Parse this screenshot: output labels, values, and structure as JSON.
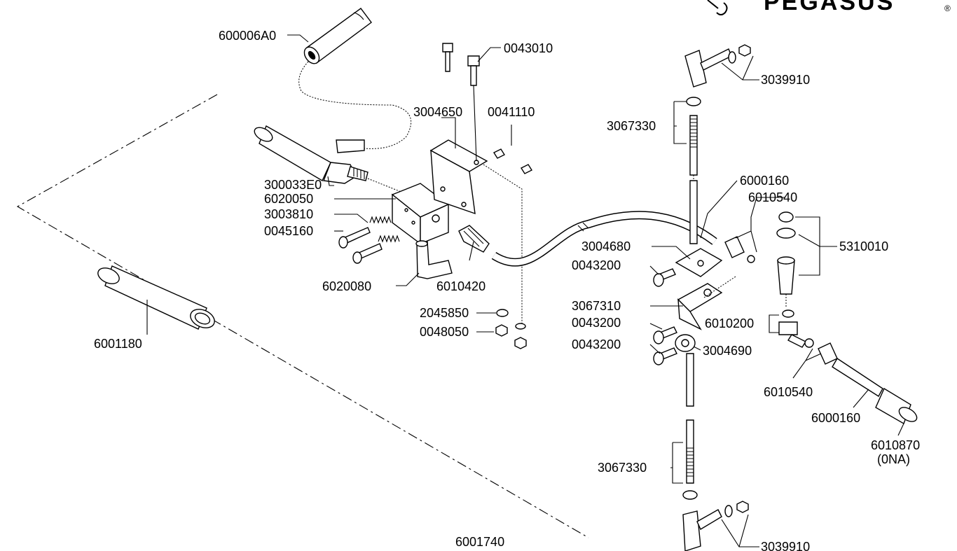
{
  "brand": {
    "name": "PEGASUS",
    "registered": "®"
  },
  "labels": [
    "600006A0",
    "0043010",
    "3004650",
    "0041110",
    "300033E0",
    "6020050",
    "3003810",
    "0045160",
    "6020080",
    "6010420",
    "2045850",
    "0048050",
    "6001180",
    "6001740",
    "3039910",
    "3067330",
    "6000160",
    "6010540",
    "5310010",
    "3004680",
    "0043200",
    "3067310",
    "6010200",
    "0043200",
    "3004690",
    "6010540",
    "6000160",
    "6010870",
    "(0NA)",
    "3067330",
    "3039910"
  ]
}
